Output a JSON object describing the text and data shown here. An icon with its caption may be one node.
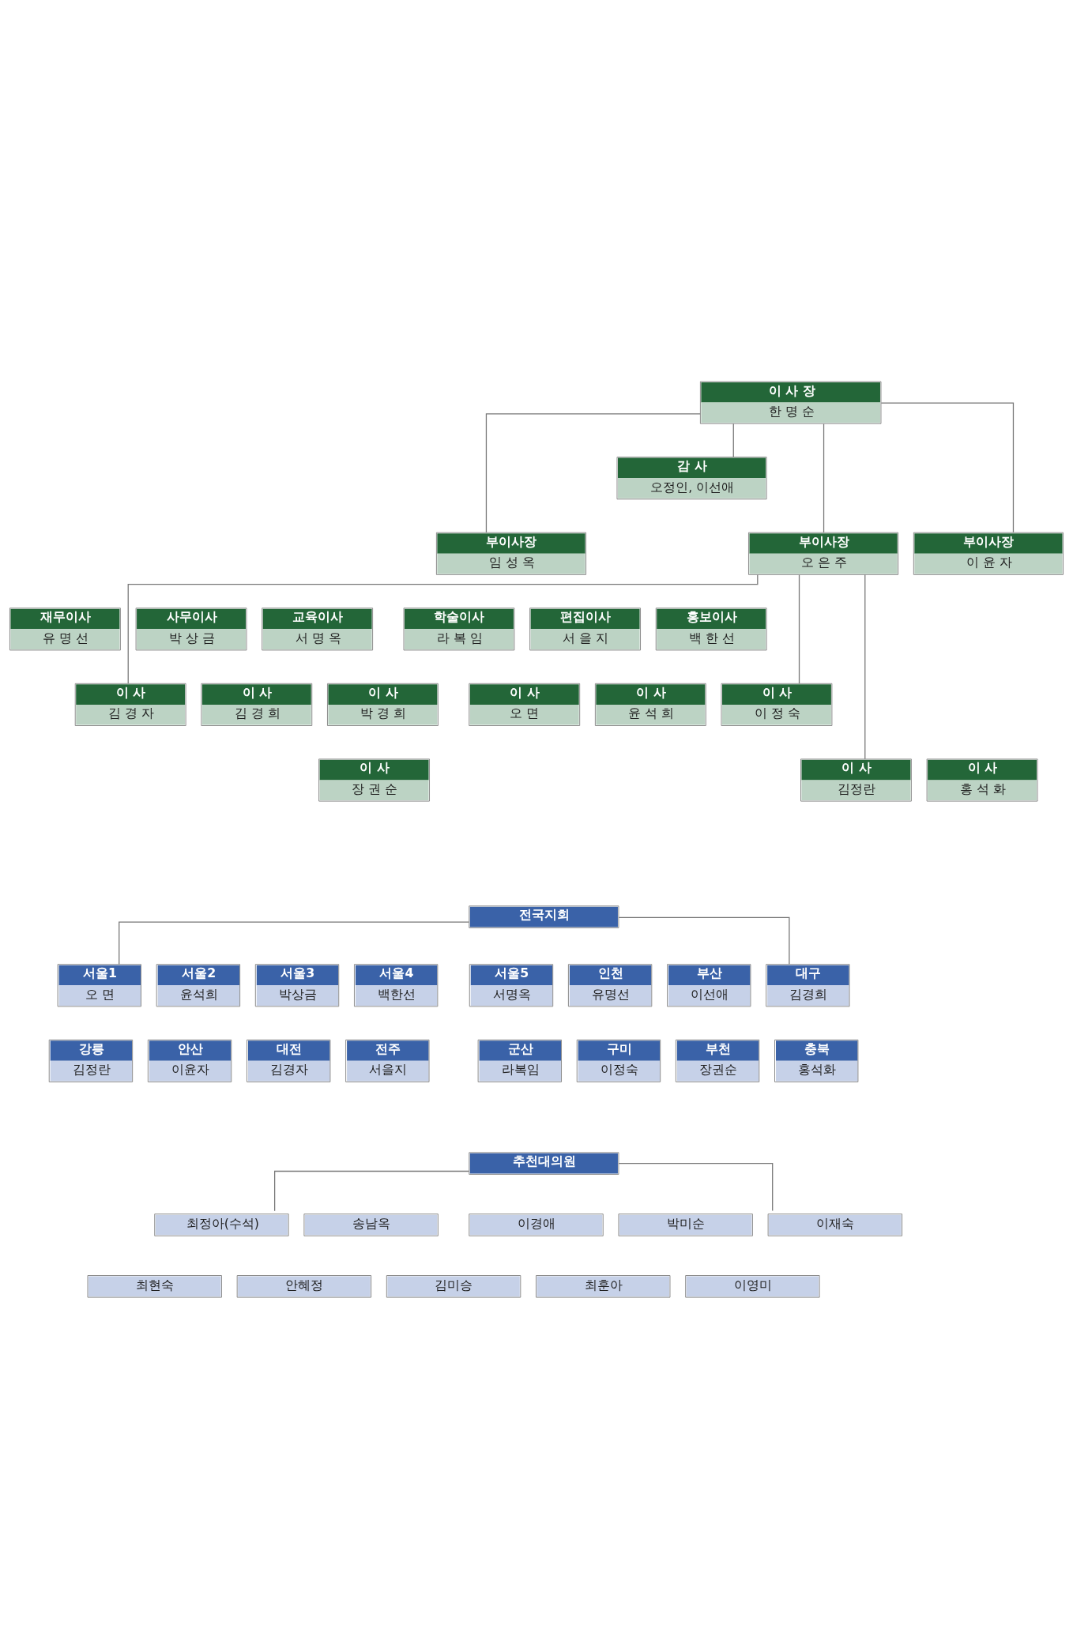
{
  "diagram": {
    "nodes": [
      {
        "text": [
          "이 사 장",
          "한 명 순"
        ]
      },
      {
        "text": [
          "감 사",
          "오정인, 이선애"
        ]
      },
      {
        "text": [
          "부이사장",
          "임 성 옥"
        ]
      },
      {
        "text": [
          "부이사장",
          "오 은 주"
        ]
      },
      {
        "text": [
          "부이사장",
          "이 윤 자"
        ]
      },
      {
        "text": [
          "재무이사",
          "유 명 선"
        ]
      },
      {
        "text": [
          "사무이사",
          "박 상 금"
        ]
      },
      {
        "text": [
          "교육이사",
          "서 명 옥"
        ]
      },
      {
        "text": [
          "학술이사",
          "라 복 임"
        ]
      },
      {
        "text": [
          "편집이사",
          "서 을 지"
        ]
      },
      {
        "text": [
          "홍보이사",
          "백 한 선"
        ]
      },
      {
        "text": [
          "이 사",
          "김 경 자"
        ]
      },
      {
        "text": [
          "이 사",
          "김 경 희"
        ]
      },
      {
        "text": [
          "이 사",
          "박 경 희"
        ]
      },
      {
        "text": [
          "이 사",
          "오 면"
        ]
      },
      {
        "text": [
          "이 사",
          "윤 석 희"
        ]
      },
      {
        "text": [
          "이 사",
          "이 정 숙"
        ]
      },
      {
        "text": [
          "이 사",
          "장 권 순"
        ]
      },
      {
        "text": [
          "이 사",
          "김정란"
        ]
      },
      {
        "text": [
          "이 사",
          "홍 석 화"
        ]
      },
      {
        "text": [
          "전국지회"
        ]
      },
      {
        "text": [
          "서울1",
          "오 면"
        ]
      },
      {
        "text": [
          "서울2",
          "윤석희"
        ]
      },
      {
        "text": [
          "서울3",
          "박상금"
        ]
      },
      {
        "text": [
          "서울4",
          "백한선"
        ]
      },
      {
        "text": [
          "서울5",
          "서명옥"
        ]
      },
      {
        "text": [
          "인천",
          "유명선"
        ]
      },
      {
        "text": [
          "부산",
          "이선애"
        ]
      },
      {
        "text": [
          "대구",
          "김경희"
        ]
      },
      {
        "text": [
          "강릉",
          "김정란"
        ]
      },
      {
        "text": [
          "안산",
          "이윤자"
        ]
      },
      {
        "text": [
          "대전",
          "김경자"
        ]
      },
      {
        "text": [
          "전주",
          "서을지"
        ]
      },
      {
        "text": [
          "군산",
          "라복임"
        ]
      },
      {
        "text": [
          "구미",
          "이정숙"
        ]
      },
      {
        "text": [
          "부천",
          "장권순"
        ]
      },
      {
        "text": [
          "충북",
          "홍석화"
        ]
      },
      {
        "text": [
          "추천대의원"
        ]
      },
      {
        "text": [
          "최정아(수석)"
        ]
      },
      {
        "text": [
          "송남옥"
        ]
      },
      {
        "text": [
          "이경애"
        ]
      },
      {
        "text": [
          "박미순"
        ]
      },
      {
        "text": [
          "이재숙"
        ]
      },
      {
        "text": [
          "최현숙"
        ]
      },
      {
        "text": [
          "안혜정"
        ]
      },
      {
        "text": [
          "김미승"
        ]
      },
      {
        "text": [
          "최훈아"
        ]
      },
      {
        "text": [
          "이영미"
        ]
      }
    ],
    "edges": [
      {
        "from": 0,
        "to": 1,
        "arrow": "none"
      },
      {
        "from": 0,
        "to": 2,
        "arrow": "none"
      },
      {
        "from": 0,
        "to": 3,
        "arrow": "none"
      },
      {
        "from": 0,
        "to": 4,
        "arrow": "none"
      },
      {
        "from": 3,
        "to": 11,
        "arrow": "none"
      },
      {
        "from": 3,
        "to": 16,
        "arrow": "none"
      },
      {
        "from": 3,
        "to": 18,
        "arrow": "none"
      },
      {
        "from": 20,
        "to": 21,
        "arrow": "none"
      },
      {
        "from": 20,
        "to": 28,
        "arrow": "none"
      },
      {
        "from": 37,
        "to": 38,
        "arrow": "none"
      },
      {
        "from": 37,
        "to": 42,
        "arrow": "none"
      }
    ]
  }
}
